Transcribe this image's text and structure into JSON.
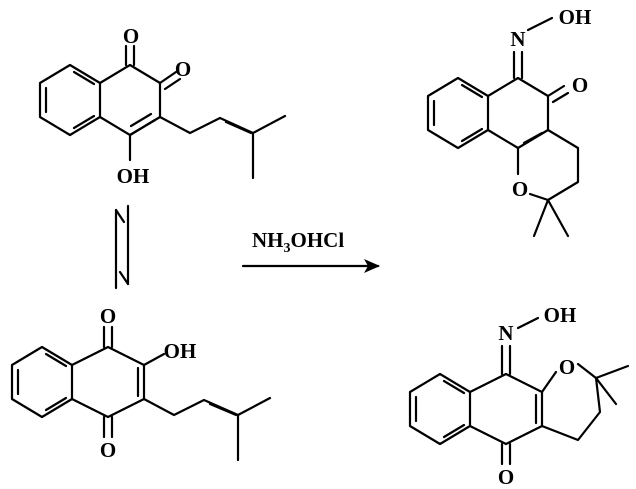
{
  "molecules": {
    "ortho_quinone": {
      "o_top": "O",
      "o_right": "O",
      "oh": "OH"
    },
    "para_quinone": {
      "o_top": "O",
      "oh": "OH",
      "o_bottom": "O"
    },
    "product_top": {
      "n": "N",
      "oh": "OH",
      "o_keto": "O",
      "o_ring": "O"
    },
    "product_bottom": {
      "n": "N",
      "oh": "OH",
      "o_ring": "O",
      "o_keto": "O"
    }
  },
  "reagent": {
    "prefix": "NH",
    "subscript": "3",
    "suffix": "OHCl"
  },
  "colors": {
    "ink": "#000000",
    "background": "#ffffff"
  }
}
